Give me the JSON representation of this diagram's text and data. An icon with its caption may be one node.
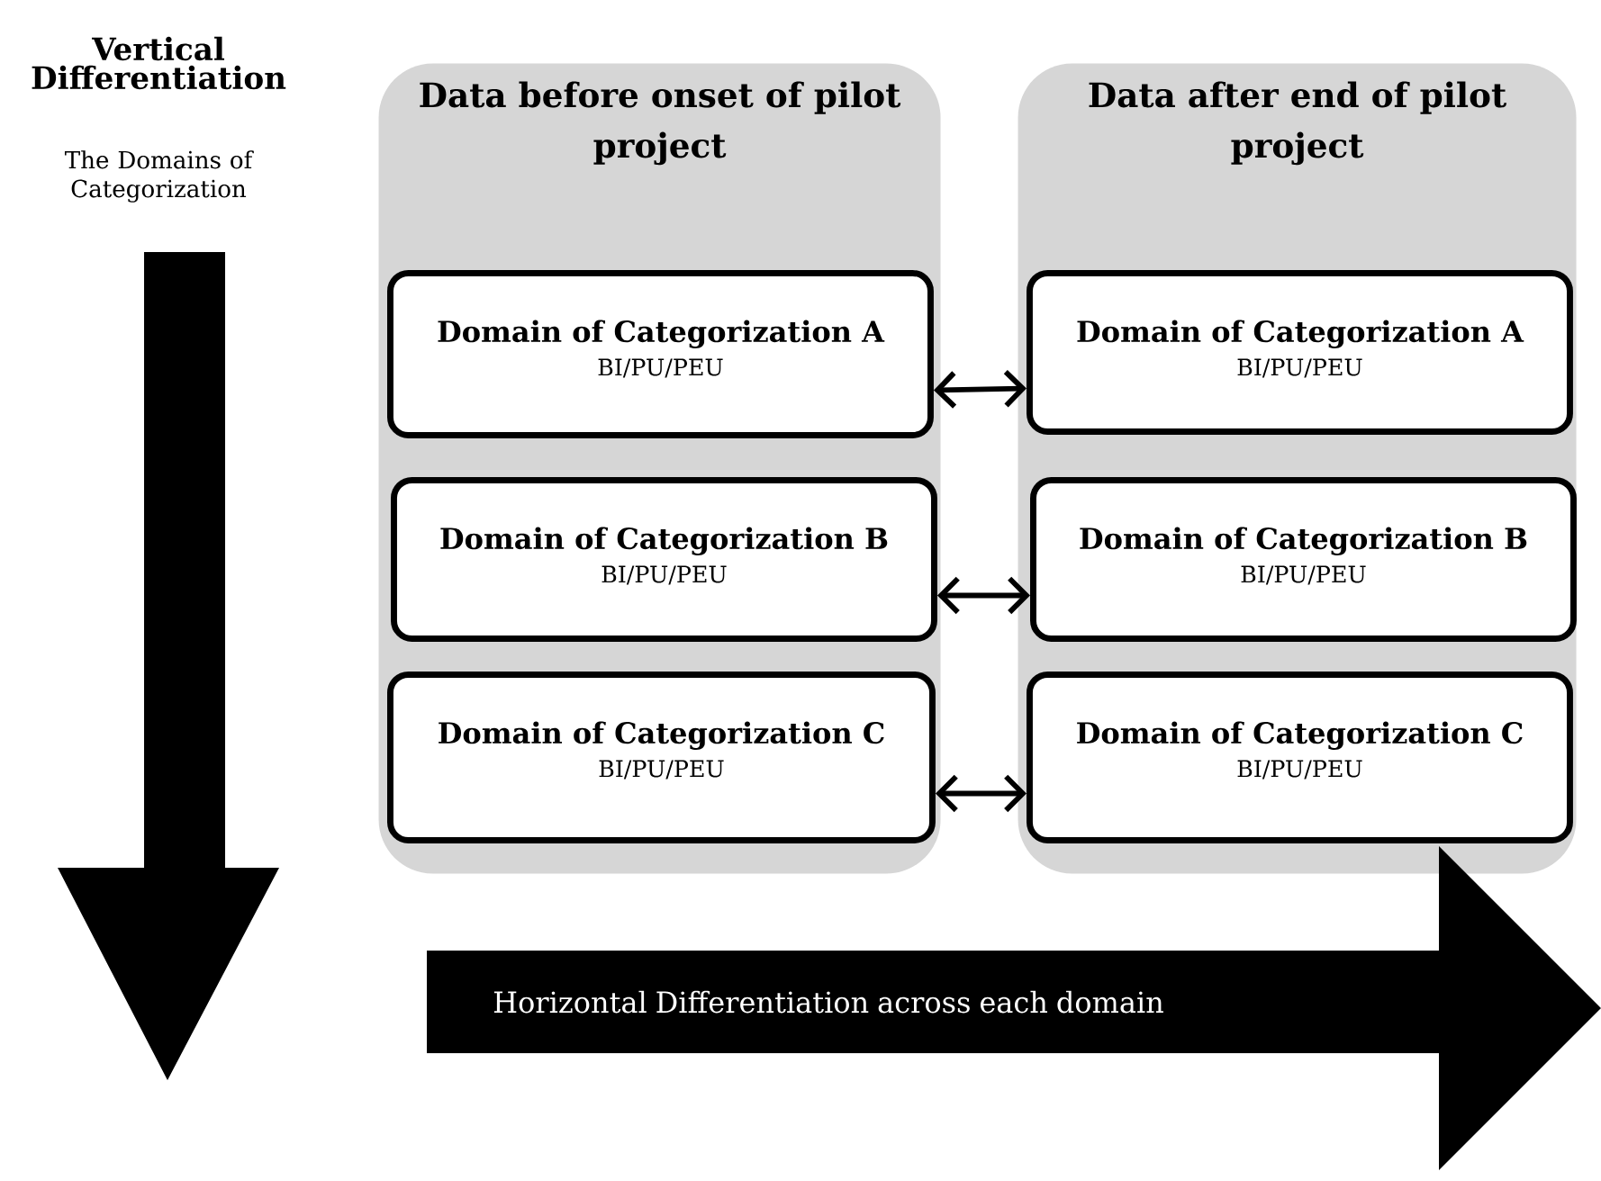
{
  "diagram": {
    "nodes": [
      {
        "text": [
          "Data before onset of pilot project"
        ]
      },
      {
        "text": [
          "Domain of Categorization A",
          "BI/PU/PEU"
        ],
        "in": 0
      },
      {
        "text": [
          "Domain of Categorization B",
          "BI/PU/PEU"
        ],
        "in": 0
      },
      {
        "text": [
          "Domain of Categorization C",
          "BI/PU/PEU"
        ],
        "in": 0
      },
      {
        "text": [
          "Data after end of pilot project"
        ]
      },
      {
        "text": [
          "Domain of Categorization A",
          "BI/PU/PEU"
        ],
        "in": 4
      },
      {
        "text": [
          "Domain of Categorization B",
          "BI/PU/PEU"
        ],
        "in": 4
      },
      {
        "text": [
          "Domain of Categorization C",
          "BI/PU/PEU"
        ],
        "in": 4
      },
      {
        "text": [
          "Horizontal Differentiation across each domain"
        ]
      }
    ],
    "edges": [
      {
        "from": 1,
        "to": 5,
        "arrow": "both"
      },
      {
        "from": 2,
        "to": 6,
        "arrow": "both"
      },
      {
        "from": 3,
        "to": 7,
        "arrow": "both"
      }
    ],
    "labels": [
      "Vertical Differentiation",
      "The Domains of Categorization"
    ]
  }
}
